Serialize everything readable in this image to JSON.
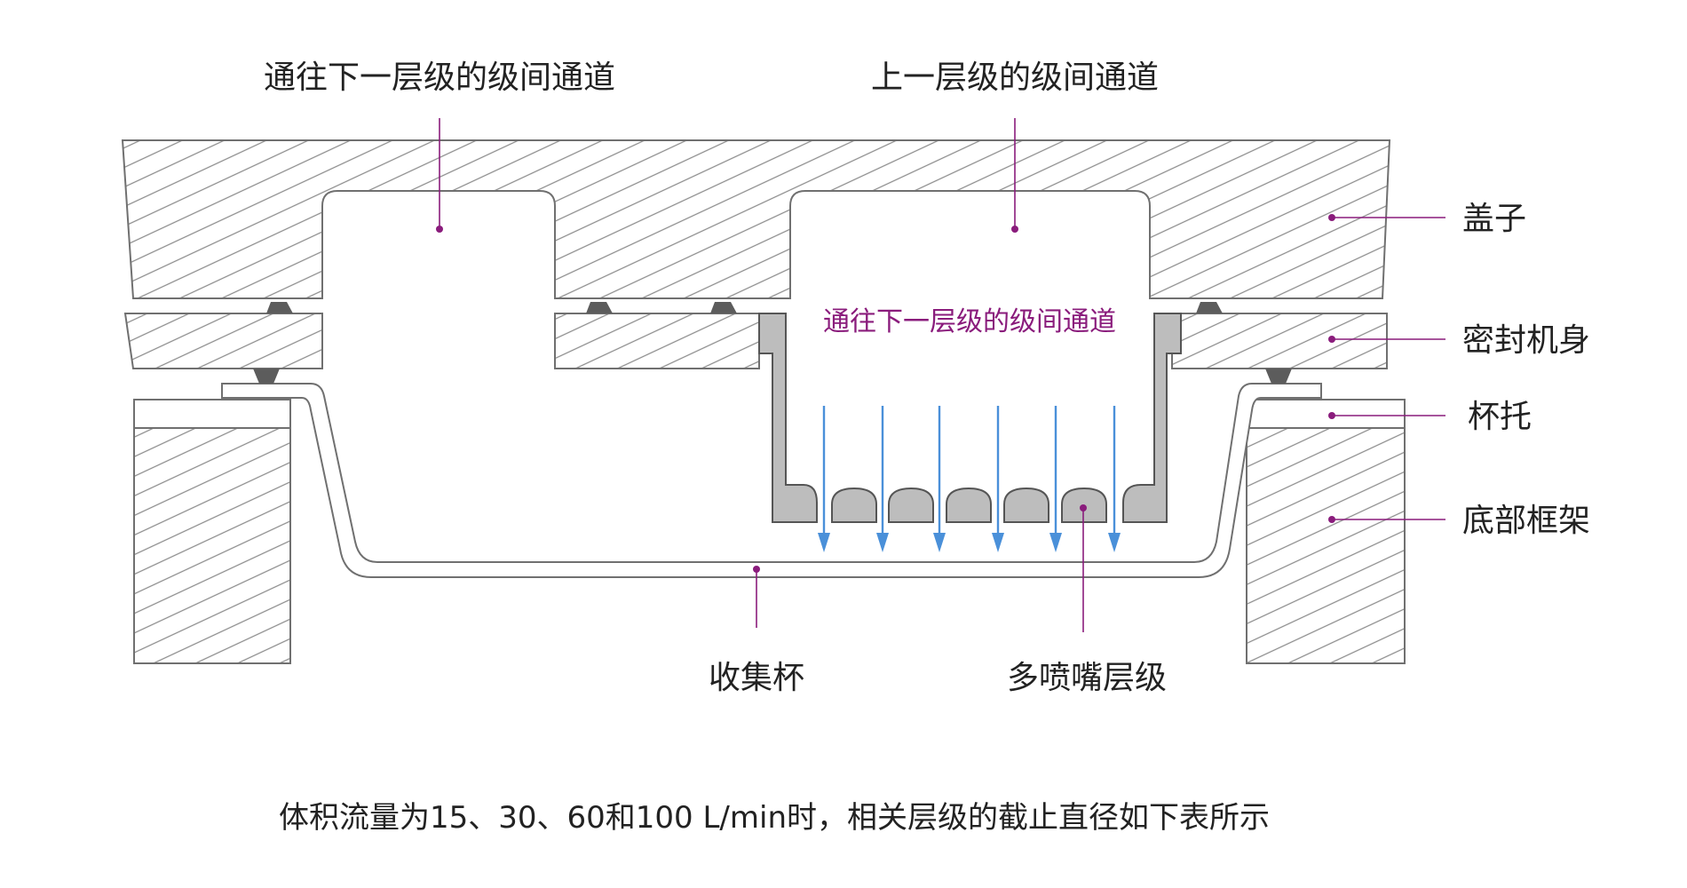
{
  "labels": {
    "top_left": "通往下一层级的级间通道",
    "top_right": "上一层级的级间通道",
    "inner_channel": "通往下一层级的级间通道",
    "lid": "盖子",
    "seal_body": "密封机身",
    "cup_holder": "杯托",
    "base_frame": "底部框架",
    "collection_cup": "收集杯",
    "multi_nozzle_stage": "多喷嘴层级"
  },
  "caption": "体积流量为15、30、60和100 L/min时，相关层级的截止直径如下表所示",
  "colors": {
    "leader": "#8a1c7c",
    "flow": "#4a90d9",
    "outline": "#707070",
    "nozzle_fill": "#bdbdbd",
    "seal": "#5c5c5c"
  }
}
